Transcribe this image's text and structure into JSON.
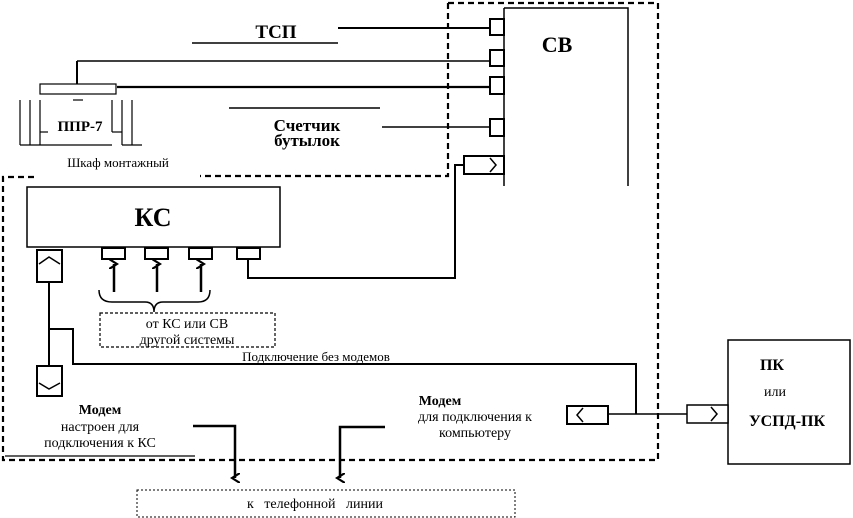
{
  "diagram": {
    "blocks": {
      "tsp": "ТСП",
      "sv": "СВ",
      "ppr": "ППР-7",
      "counter_line1": "Счетчик",
      "counter_line2": "бутылок",
      "cabinet": "Шкаф монтажный",
      "ks": "КС",
      "other_system_line1": "от КС или СВ",
      "other_system_line2": "другой системы",
      "no_modem": "Подключение без модемов",
      "modem_ks_title": "Модем",
      "modem_ks_line1": "настроен для",
      "modem_ks_line2": "подключения к КС",
      "modem_pc_title": "Модем",
      "modem_pc_line1": "для подключения к",
      "modem_pc_line2": "компьютеру",
      "phone_line": "к   телефонной   линии",
      "pc_line1": "ПК",
      "pc_line2": "или",
      "pc_line3": "УСПД-ПК"
    },
    "colors": {
      "stroke": "#000000",
      "background": "#ffffff"
    }
  }
}
